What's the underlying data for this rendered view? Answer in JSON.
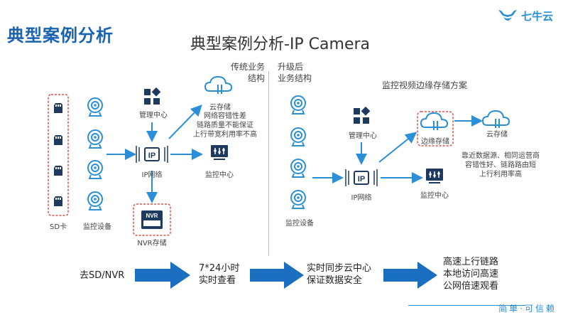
{
  "header": {
    "section_title": "典型案例分析",
    "subtitle": "典型案例分析-IP Camera",
    "brand_name": "七牛云",
    "slogan": "简单·可信赖"
  },
  "left": {
    "title": "传统业务\n结构",
    "sd_label": "SD卡",
    "camera_label": "监控设备",
    "mgmt_label": "管理中心",
    "ip_label": "IP网络",
    "cloud_label": "云存储",
    "note": "网络容错性差\n链路质量不能保证\n上行带宽利用率不高",
    "monitor_label": "监控中心",
    "nvr_label": "NVR存储",
    "nvr_tag": "NVR"
  },
  "right": {
    "title": "升级后\n业务结构",
    "scheme_title": "监控视频边缘存储方案",
    "mgmt_label": "管理中心",
    "edge_label": "边缘存储",
    "cloud_label": "云存储",
    "note": "靠近数据源、相同运营商\n容错性好、链路路由短\n上行利用率高",
    "ip_label": "IP网络",
    "monitor_label": "监控中心",
    "camera_label": "监控设备"
  },
  "flow": {
    "step1": "去SD/NVR",
    "step2": "7*24小时\n实时查看",
    "step3": "实时同步云中心\n保证数据安全",
    "step4": "高速上行链路\n本地访问高速\n公网倍速观看"
  },
  "colors": {
    "brand_blue": "#2a8fd6",
    "title_blue": "#1a63b0",
    "dark_icon": "#1e3a5f",
    "accent_red": "#d9534f"
  }
}
